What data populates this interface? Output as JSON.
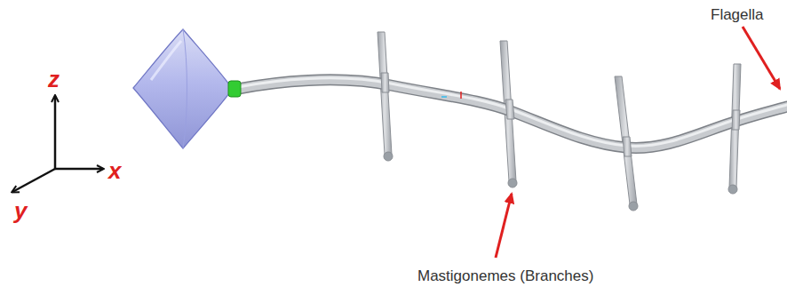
{
  "diagram": {
    "labels": [
      "z",
      "x",
      "y",
      "Flagella",
      "Mastigonemes (Branches)"
    ]
  }
}
